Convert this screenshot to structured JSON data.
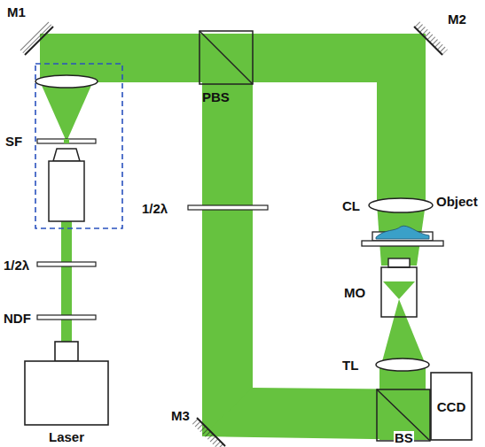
{
  "diagram": {
    "nodes": [
      {
        "text": [
          "Laser"
        ]
      },
      {
        "text": [
          "CCD"
        ]
      }
    ],
    "labels": [
      "M1",
      "SF",
      "1/2λ",
      "NDF",
      "PBS",
      "1/2λ",
      "M2",
      "CL",
      "Object",
      "MO",
      "TL",
      "M3",
      "BS"
    ]
  }
}
